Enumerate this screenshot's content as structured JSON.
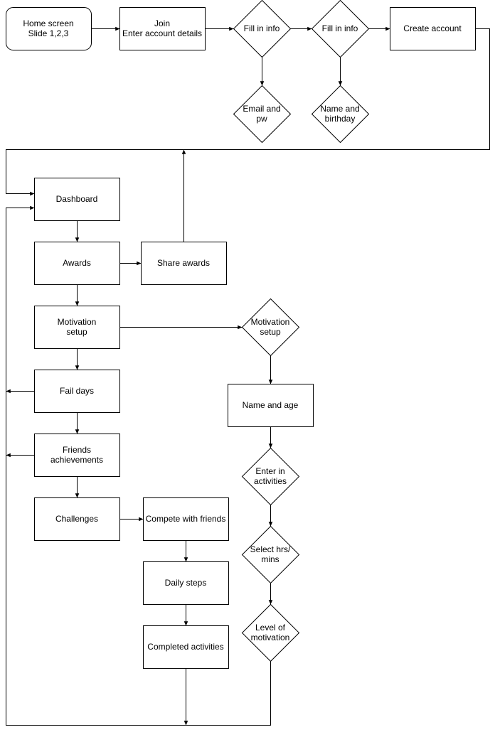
{
  "nodes": {
    "home_screen": [
      "Home screen",
      "Slide 1,2,3"
    ],
    "join": [
      "Join",
      "Enter account details"
    ],
    "fill_info_1": [
      "Fill in info"
    ],
    "fill_info_2": [
      "Fill in info"
    ],
    "create_account": [
      "Create account"
    ],
    "email_pw": [
      "Email and",
      "pw"
    ],
    "name_birthday": [
      "Name and",
      "birthday"
    ],
    "dashboard": [
      "Dashboard"
    ],
    "awards": [
      "Awards"
    ],
    "share_awards": [
      "Share awards"
    ],
    "motivation_setup_box": [
      "Motivation",
      "setup"
    ],
    "fail_days": [
      "Fail days"
    ],
    "friends_achievements": [
      "Friends",
      "achievements"
    ],
    "challenges": [
      "Challenges"
    ],
    "compete_friends": [
      "Compete with friends"
    ],
    "daily_steps": [
      "Daily steps"
    ],
    "completed_activities": [
      "Completed activities"
    ],
    "motivation_setup_diamond": [
      "Motivation",
      "setup"
    ],
    "name_age": [
      "Name and age"
    ],
    "enter_activities": [
      "Enter in",
      "activities"
    ],
    "select_hrs": [
      "Select hrs/",
      "mins"
    ],
    "level_motivation": [
      "Level of",
      "motivation"
    ]
  }
}
